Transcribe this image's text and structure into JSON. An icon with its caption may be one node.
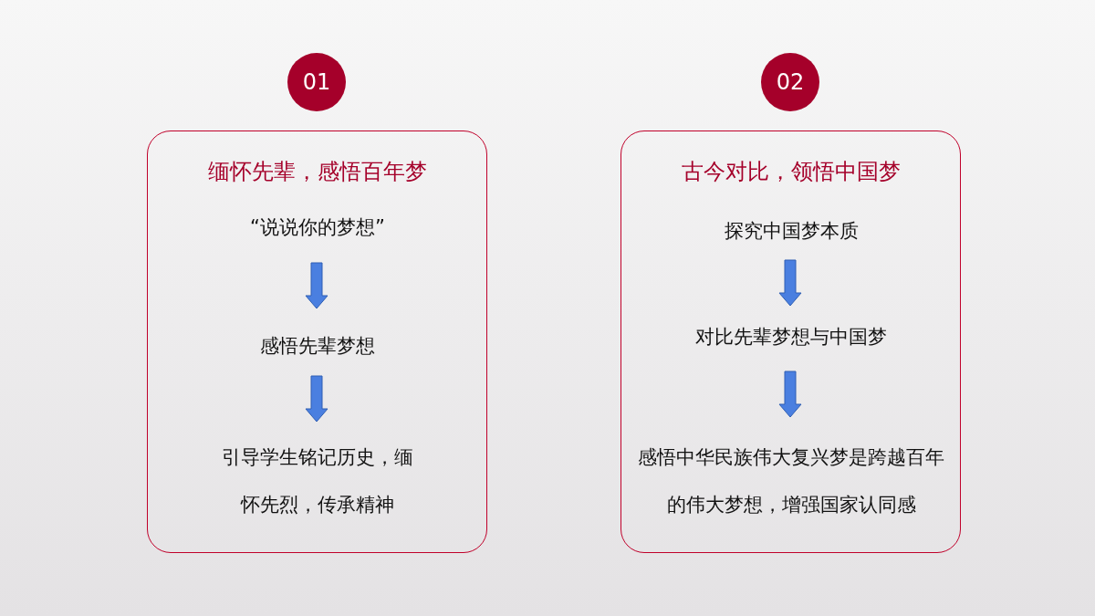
{
  "diagram": {
    "nodes": [
      {
        "text": [
          "01"
        ]
      },
      {
        "text": [
          "缅怀先辈，感悟百年梦"
        ]
      },
      {
        "text": [
          "“说说你的梦想”"
        ],
        "in": 1
      },
      {
        "text": [
          "感悟先辈梦想"
        ],
        "in": 1
      },
      {
        "text": [
          "引导学生铭记历史，缅怀先烈，传承精神"
        ],
        "in": 1
      },
      {
        "text": [
          "02"
        ]
      },
      {
        "text": [
          "古今对比，领悟中国梦"
        ]
      },
      {
        "text": [
          "探究中国梦本质"
        ],
        "in": 6
      },
      {
        "text": [
          "对比先辈梦想与中国梦"
        ],
        "in": 6
      },
      {
        "text": [
          "感悟中华民族伟大复兴梦是跨越百年的伟大梦想，增强国家认同感"
        ],
        "in": 6
      }
    ],
    "edges": [
      {
        "from": 2,
        "to": 3,
        "arrow": "to"
      },
      {
        "from": 3,
        "to": 4,
        "arrow": "to"
      },
      {
        "from": 7,
        "to": 8,
        "arrow": "to"
      },
      {
        "from": 8,
        "to": 9,
        "arrow": "to"
      }
    ]
  }
}
